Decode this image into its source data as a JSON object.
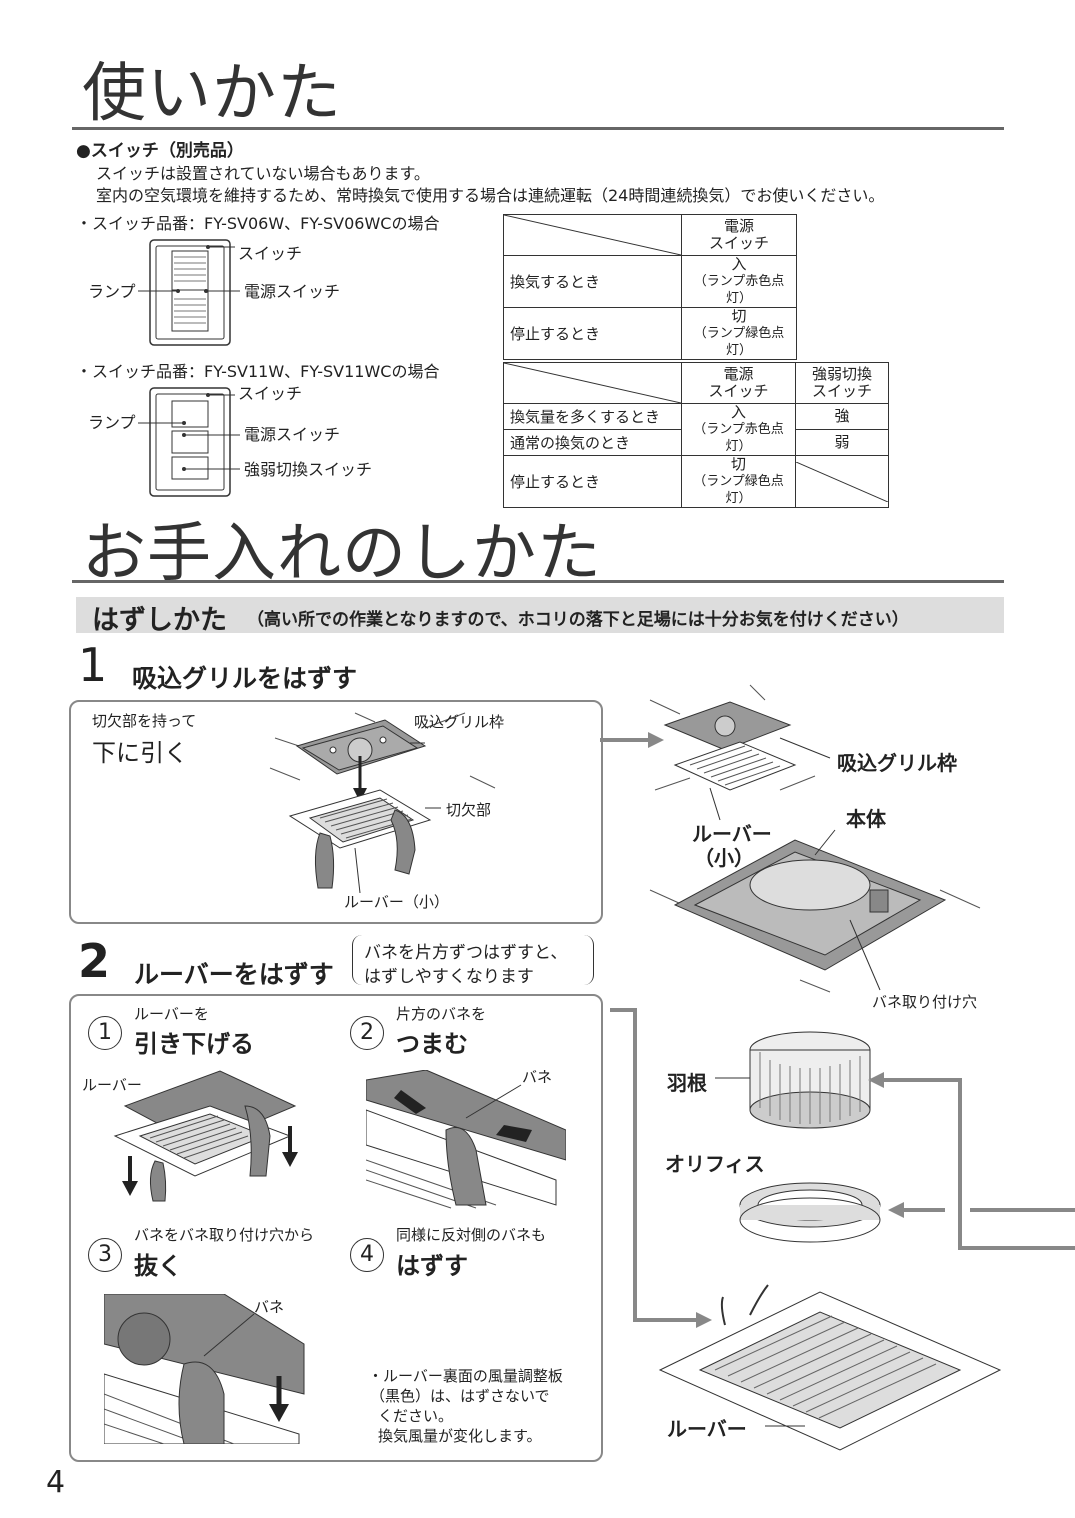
{
  "usage": {
    "title": "使いかた",
    "switch_heading": "●スイッチ（別売品）",
    "note1": "スイッチは設置されていない場合もあります。",
    "note2": "室内の空気環境を維持するため、常時換気で使用する場合は連続運転（24時間連続換気）でお使いください。",
    "model1": "・スイッチ品番：FY-SV06W、FY-SV06WCの場合",
    "model2": "・スイッチ品番：FY-SV11W、FY-SV11WCの場合",
    "lbl_switch": "スイッチ",
    "lbl_lamp": "ランプ",
    "lbl_power": "電源スイッチ",
    "lbl_strong": "強弱切換スイッチ",
    "table1": {
      "head_power_1": "電源",
      "head_power_2": "スイッチ",
      "row1_label": "換気するとき",
      "row1_val": "入",
      "row1_sub": "（ランプ赤色点灯）",
      "row2_label": "停止するとき",
      "row2_val": "切",
      "row2_sub": "（ランプ緑色点灯）"
    },
    "table2": {
      "head_power_1": "電源",
      "head_power_2": "スイッチ",
      "head_sw_1": "強弱切換",
      "head_sw_2": "スイッチ",
      "row1_label": "換気量を多くするとき",
      "row1_sw": "強",
      "row2_label": "通常の換気のとき",
      "row2_sw": "弱",
      "on_val": "入",
      "on_sub": "（ランプ赤色点灯）",
      "row3_label": "停止するとき",
      "row3_val": "切",
      "row3_sub": "（ランプ緑色点灯）"
    }
  },
  "care": {
    "title": "お手入れのしかた",
    "band_main": "はずしかた",
    "band_note": "（高い所での作業となりますので、ホコリの落下と足場には十分お気を付けください）",
    "step1_num": "1",
    "step1_title": "吸込グリルをはずす",
    "step1_hint_small": "切欠部を持って",
    "step1_hint_big": "下に引く",
    "step1_lbl_frame": "吸込グリル枠",
    "step1_lbl_notch": "切欠部",
    "step1_lbl_louver": "ルーバー（小）",
    "step2_num": "2",
    "step2_title": "ルーバーをはずす",
    "step2_note_1": "バネを片方ずつはずすと、",
    "step2_note_2": "はずしやすくなります",
    "sub1_num": "1",
    "sub1_small": "ルーバーを",
    "sub1_big": "引き下げる",
    "sub1_lbl": "ルーバー",
    "sub2_num": "2",
    "sub2_small": "片方のバネを",
    "sub2_big": "つまむ",
    "sub2_lbl": "バネ",
    "sub3_num": "3",
    "sub3_small": "バネをバネ取り付け穴から",
    "sub3_big": "抜く",
    "sub3_lbl": "バネ",
    "sub4_num": "4",
    "sub4_small": "同様に反対側のバネも",
    "sub4_big": "はずす",
    "caution_1": "・ルーバー裏面の風量調整板",
    "caution_2": "（黒色）は、はずさないで",
    "caution_3": "ください。",
    "caution_4": "換気風量が変化します。",
    "right_frame": "吸込グリル枠",
    "right_body": "本体",
    "right_louver_small_1": "ルーバー",
    "right_louver_small_2": "（小）",
    "right_hole": "バネ取り付け穴",
    "right_fan": "羽根",
    "right_orifice": "オリフィス",
    "right_louver": "ルーバー"
  },
  "page_number": "4"
}
